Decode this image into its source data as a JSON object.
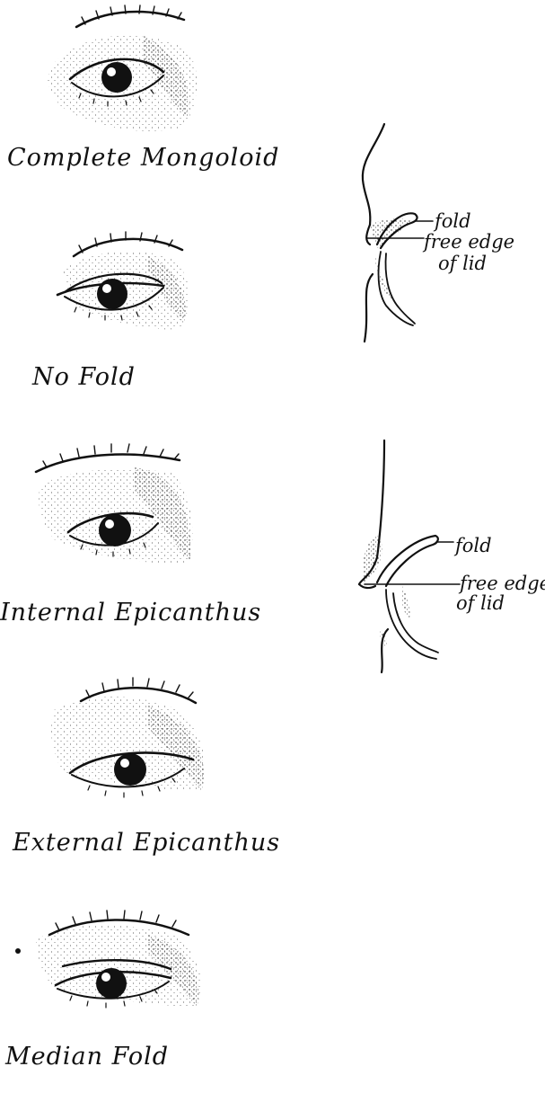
{
  "captions": {
    "complete_mongoloid": "Complete Mongoloid",
    "no_fold": "No Fold",
    "internal_epicanthus": "Internal Epicanthus",
    "external_epicanthus": "External Epicanthus",
    "median_fold": "Median Fold"
  },
  "profile_upper": {
    "fold": "fold",
    "free_edge_line1": "free edge",
    "free_edge_line2": "of lid"
  },
  "profile_lower": {
    "fold": "fold",
    "free_edge_line1": "free edge",
    "free_edge_line2": "of lid"
  },
  "colors": {
    "ink": "#111111",
    "paper": "#ffffff"
  }
}
